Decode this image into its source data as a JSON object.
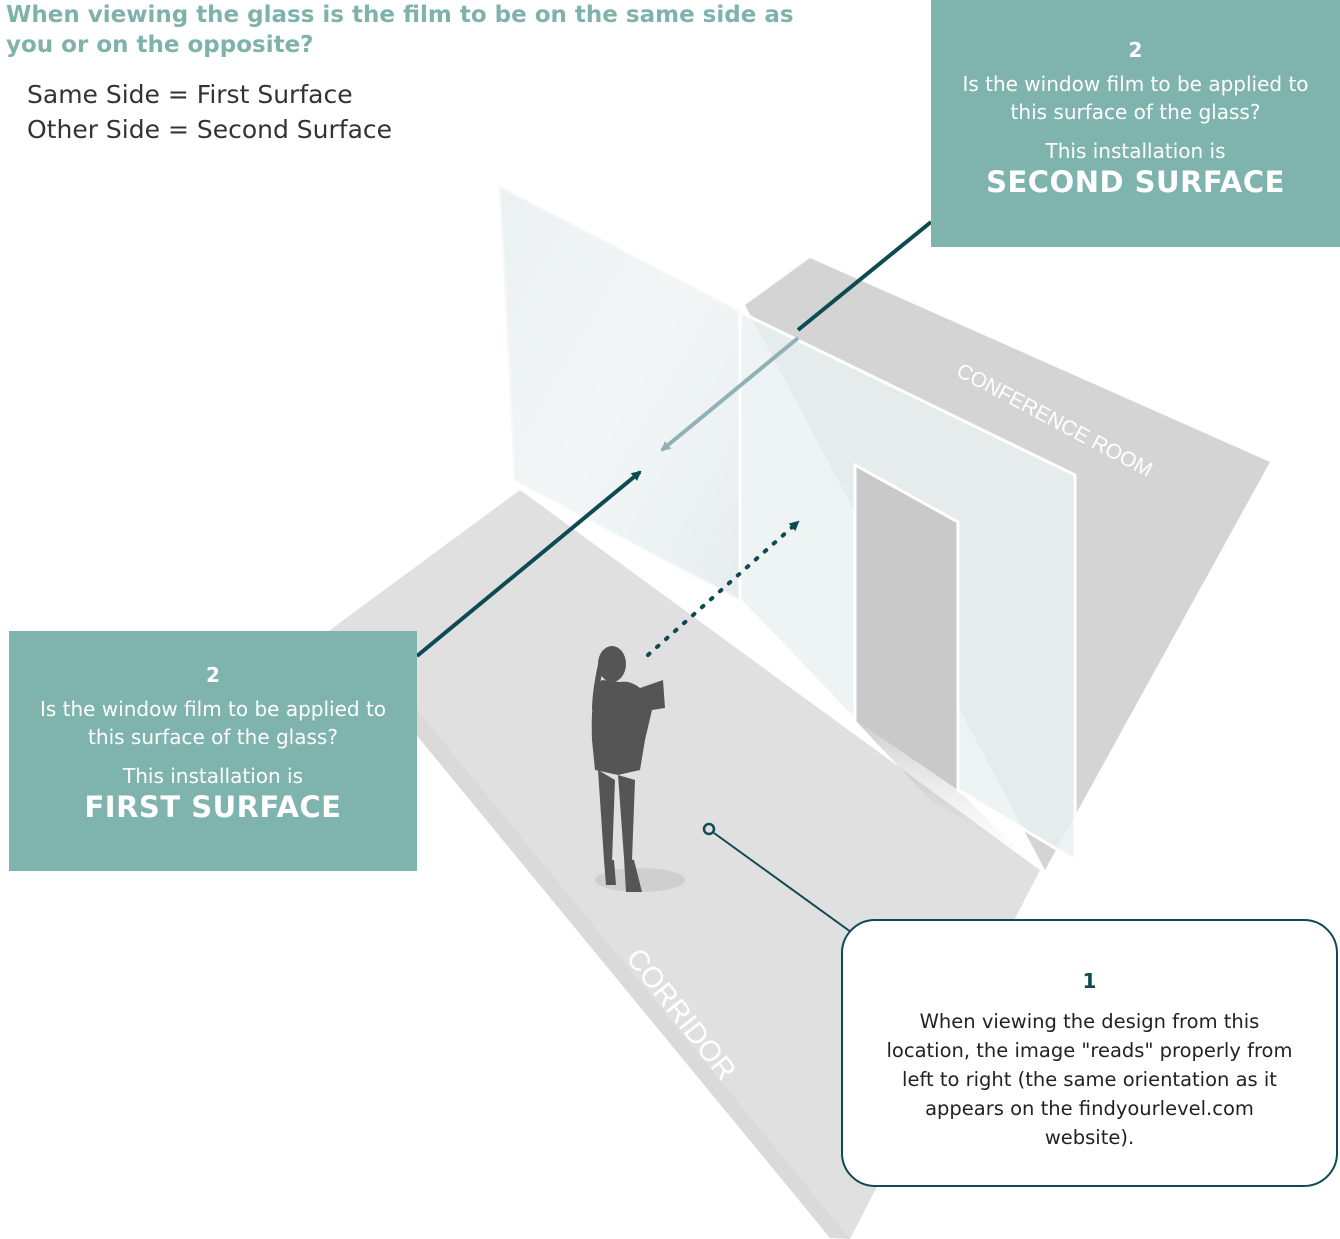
{
  "heading": "When viewing the glass is the film to be on the same side as you or on the opposite?",
  "intro": {
    "line1": "Same Side = First Surface",
    "line2": "Other Side = Second Surface"
  },
  "callout_second": {
    "number": "2",
    "question": "Is the window film to be applied to this surface of the glass?",
    "prefix": "This installation is",
    "answer": "SECOND SURFACE"
  },
  "callout_first": {
    "number": "2",
    "question": "Is the window film to be applied to this surface of the glass?",
    "prefix": "This installation is",
    "answer": "FIRST SURFACE"
  },
  "viewer_note": {
    "number": "1",
    "text": "When viewing the design from this location, the image \"reads\" properly from left to right (the same orientation as it appears on the findyourlevel.com website)."
  },
  "rooms": {
    "conference": "CONFERENCE ROOM",
    "corridor": "CORRIDOR"
  },
  "colors": {
    "teal_box": "#7fb3ad",
    "dark_teal": "#0d4a52",
    "heading": "#7fb2aa",
    "floor": "#dcdcdc",
    "room_floor": "#d3d3d3"
  }
}
